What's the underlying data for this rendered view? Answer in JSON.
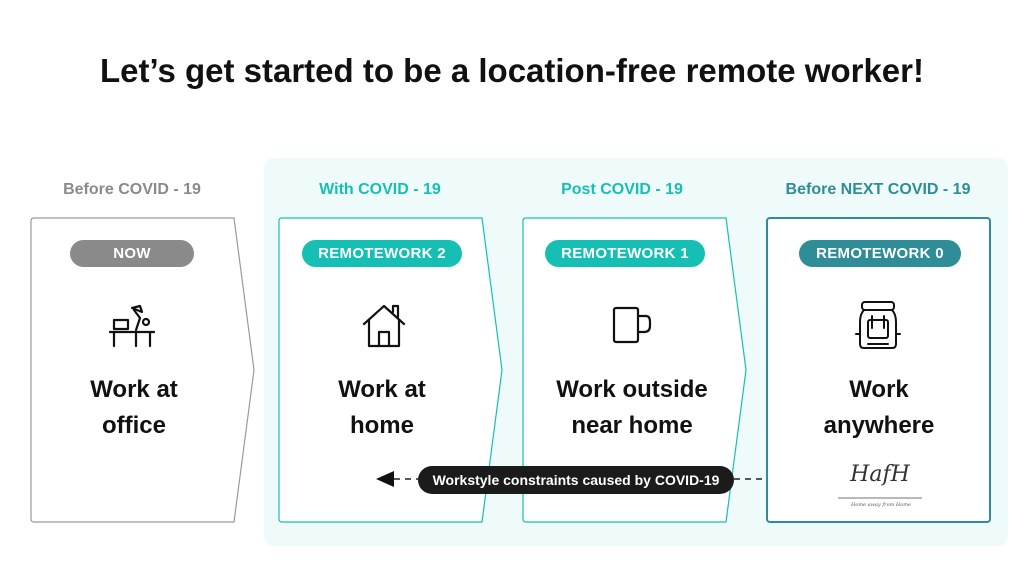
{
  "title": "Let’s get started to be a location-free remote worker!",
  "colors": {
    "teal": "#16bfb4",
    "dark_teal": "#2e8d96",
    "gray": "#8a8a8a",
    "panel_bg": "#effbfa"
  },
  "phases": [
    {
      "label": "Before COVID - 19",
      "badge": "NOW",
      "icon": "office-desk-icon",
      "text": "Work at\noffice"
    },
    {
      "label": "With COVID - 19",
      "badge": "REMOTEWORK 2",
      "icon": "house-icon",
      "text": "Work at\nhome"
    },
    {
      "label": "Post COVID - 19",
      "badge": "REMOTEWORK 1",
      "icon": "mug-icon",
      "text": "Work outside\nnear home"
    },
    {
      "label": "Before NEXT COVID - 19",
      "badge": "REMOTEWORK 0",
      "icon": "backpack-icon",
      "text": "Work\nanywhere"
    }
  ],
  "constraint_label": "Workstyle constraints caused by COVID-19",
  "logo": {
    "script": "HafH",
    "tagline": "Home away from Home"
  }
}
